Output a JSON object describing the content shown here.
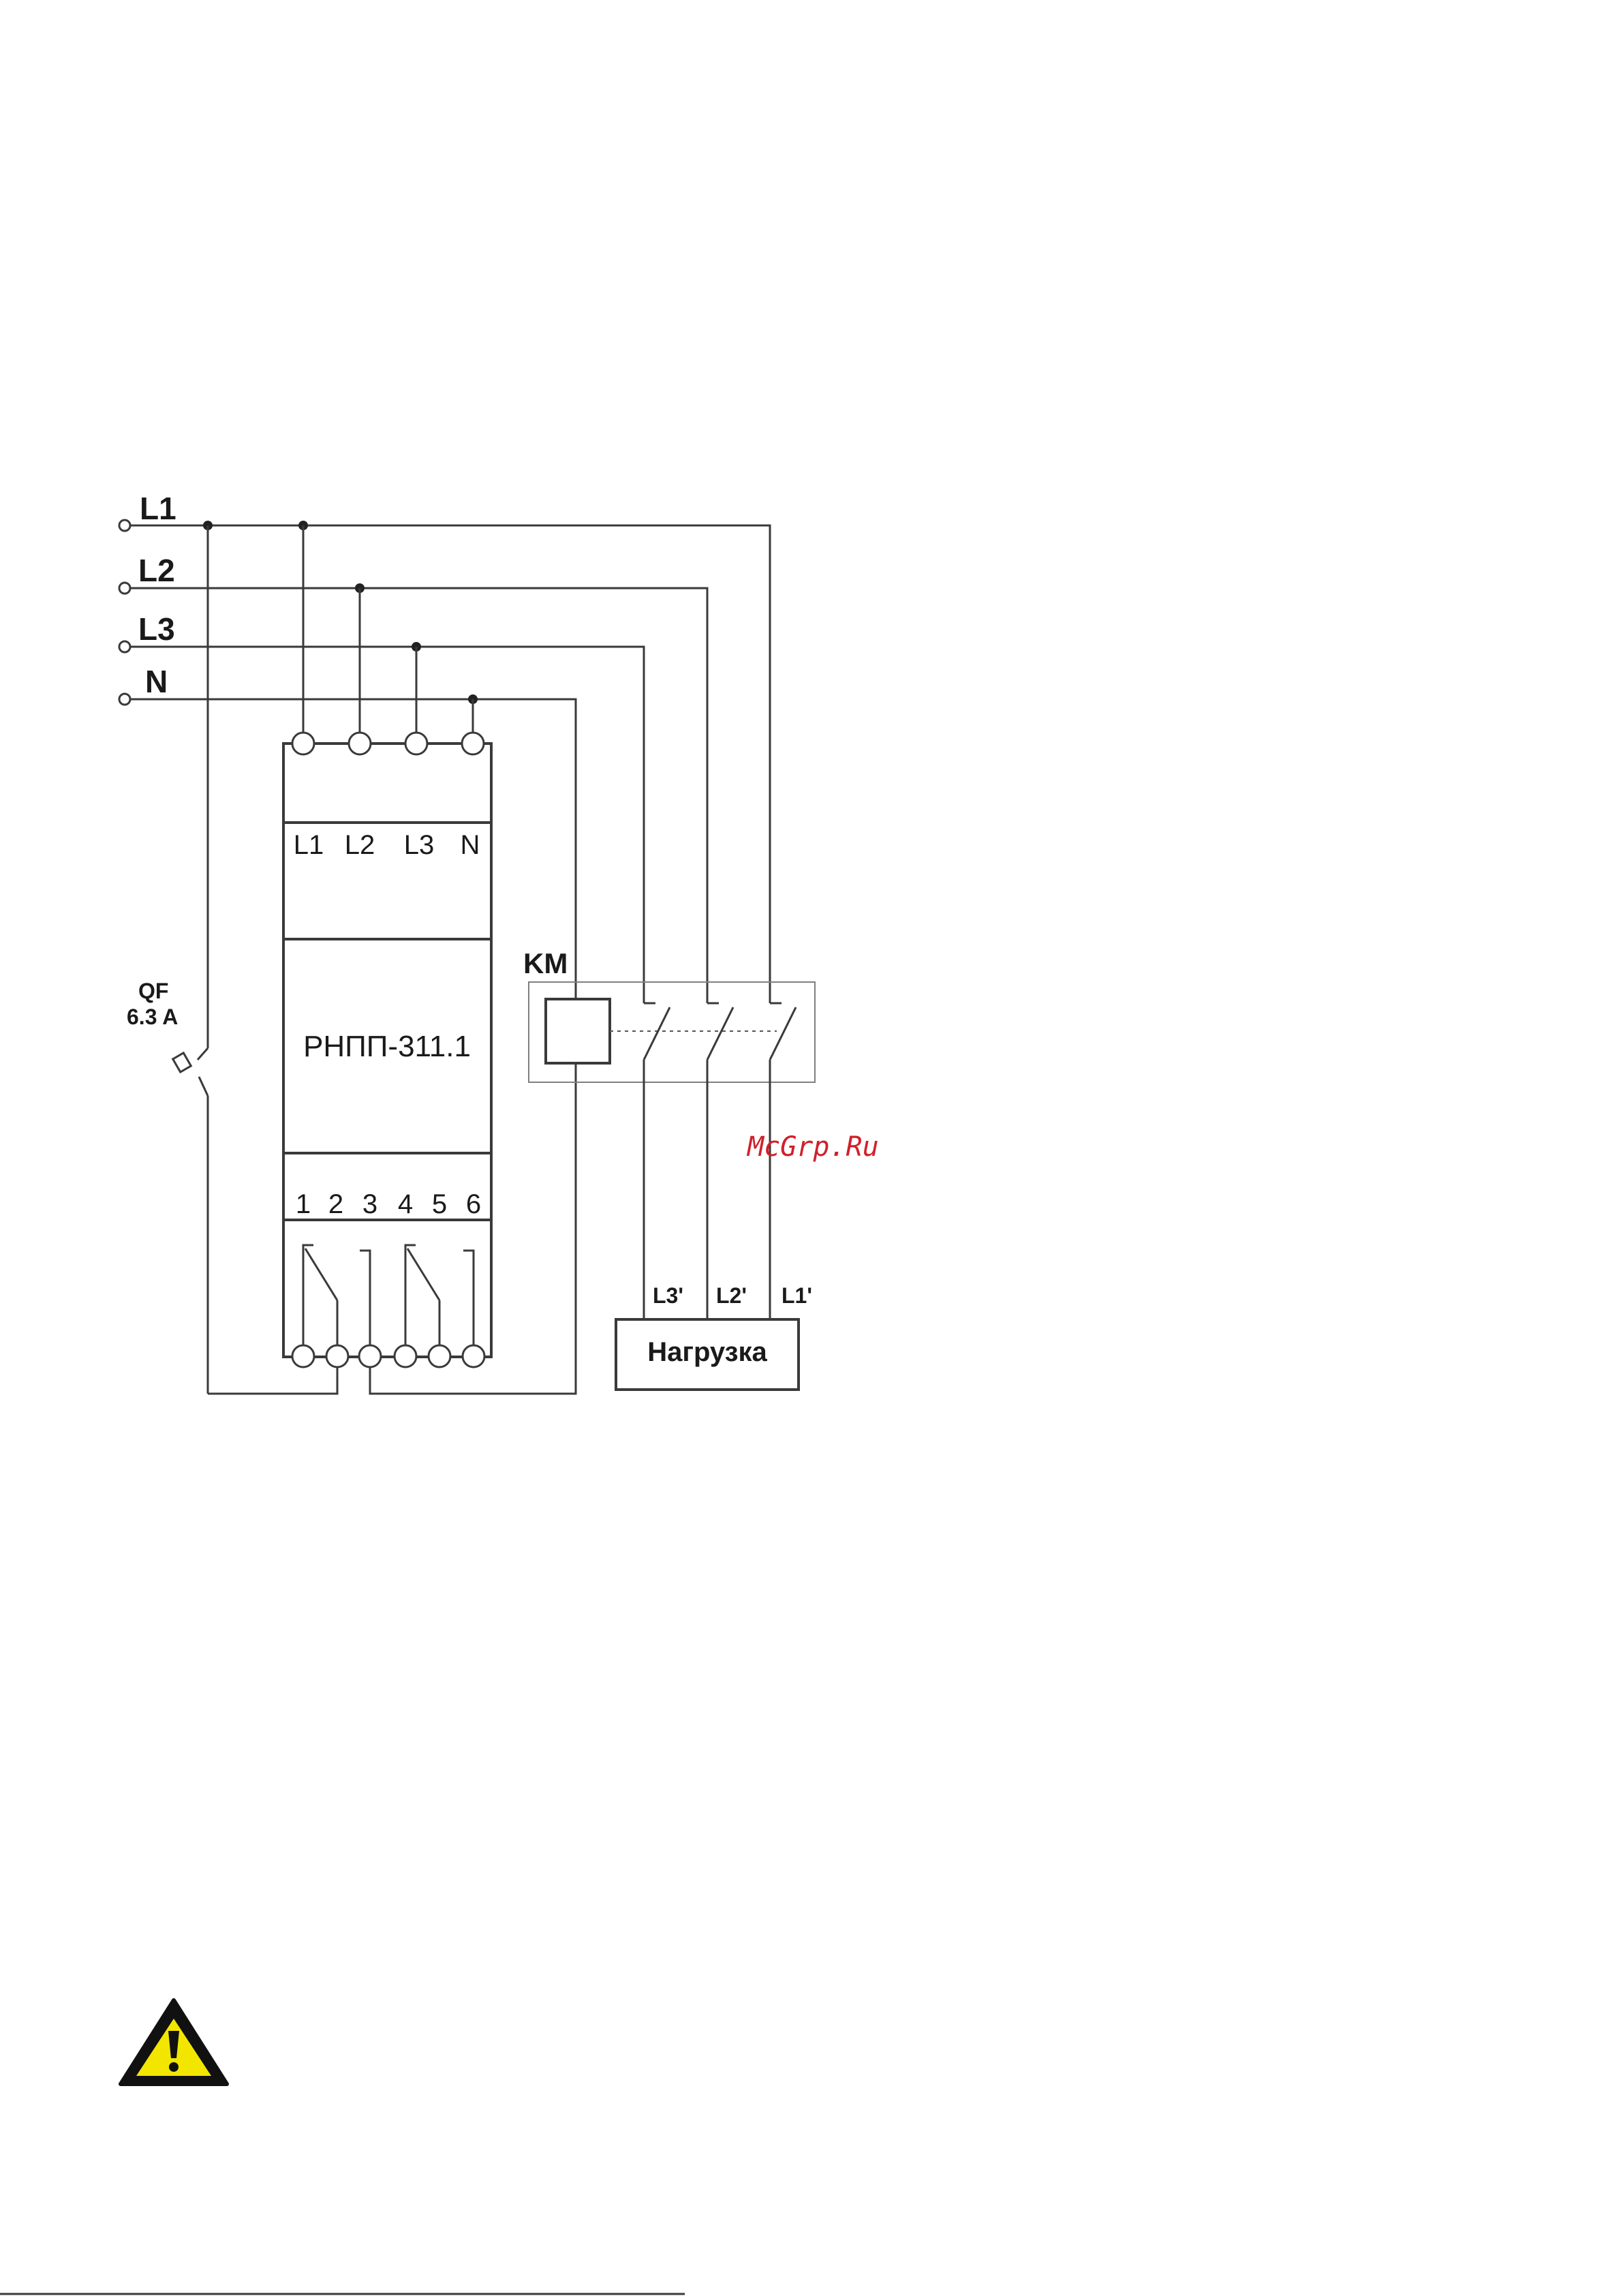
{
  "lines": {
    "l1": "L1",
    "l2": "L2",
    "l3": "L3",
    "n": "N"
  },
  "device": {
    "name": "РНПП-311.1",
    "top_terminals": [
      "L1",
      "L2",
      "L3",
      "N"
    ],
    "bottom_terminals": [
      "1",
      "2",
      "3",
      "4",
      "5",
      "6"
    ]
  },
  "breaker": {
    "name": "QF",
    "rating": "6.3 A"
  },
  "contactor": {
    "name": "KM"
  },
  "load": {
    "name": "Нагрузка",
    "phases": [
      "L3'",
      "L2'",
      "L1'"
    ]
  },
  "watermark": "McGrp.Ru",
  "colors": {
    "warning_fill": "#f2e600",
    "watermark": "#d0202a"
  },
  "icons": {
    "warning": "warning-triangle-icon"
  }
}
